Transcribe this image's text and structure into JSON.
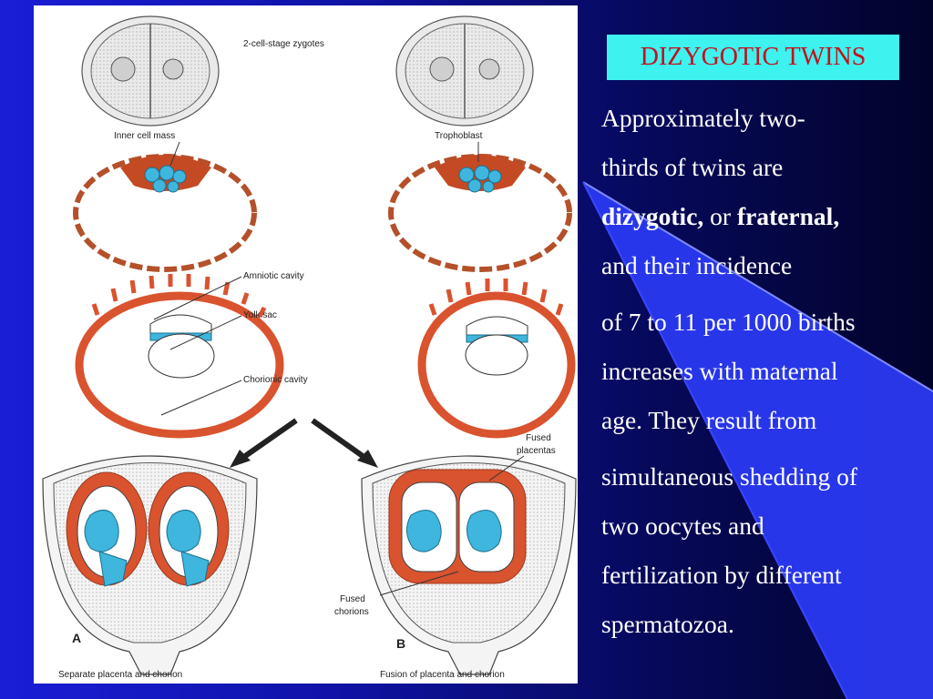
{
  "slide": {
    "title": "DIZYGOTIC TWINS",
    "paragraphs": [
      {
        "lines": [
          [
            {
              "t": "Approximately two-"
            }
          ],
          [
            {
              "t": "thirds of twins are"
            }
          ],
          [
            {
              "t": "dizygotic,",
              "b": true
            },
            {
              "t": " or "
            },
            {
              "t": "fraternal,",
              "b": true
            }
          ],
          [
            {
              "t": "and their incidence"
            }
          ]
        ]
      },
      {
        "lines": [
          [
            {
              "t": "of 7 to 11 per 1000 births"
            }
          ],
          [
            {
              "t": "increases with maternal"
            }
          ],
          [
            {
              "t": "age. They result from"
            }
          ]
        ]
      },
      {
        "lines": [
          [
            {
              "t": "simultaneous shedding of"
            }
          ],
          [
            {
              "t": "two oocytes and"
            }
          ],
          [
            {
              "t": "fertilization by different"
            }
          ],
          [
            {
              "t": "spermatozoa."
            }
          ]
        ]
      }
    ]
  },
  "figure": {
    "labels": {
      "zygotes": "2-cell-stage zygotes",
      "inner_cell_mass": "Inner cell mass",
      "trophoblast": "Trophoblast",
      "amniotic_cavity": "Amniotic cavity",
      "yolk_sac": "Yolk sac",
      "chorionic_cavity": "Chorionic cavity",
      "fused_placentas_1": "Fused",
      "fused_placentas_2": "placentas",
      "fused_chorions_1": "Fused",
      "fused_chorions_2": "chorions",
      "panel_a": "A",
      "panel_b": "B",
      "caption_a": "Separate placenta and chorion",
      "caption_b": "Fusion of placenta and chorion"
    }
  },
  "colors": {
    "title_bg": "#3ef2ef",
    "title_text": "#c4111c",
    "tissue_red": "#d9532f",
    "embryo_blue": "#3fb6de"
  }
}
